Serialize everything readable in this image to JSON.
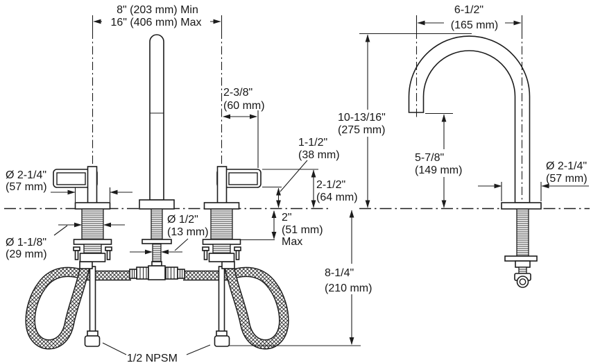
{
  "colors": {
    "line": "#1c1c1c",
    "background": "#ffffff"
  },
  "dims": {
    "spread": {
      "min": "8\" (203 mm) Min",
      "max": "16\" (406 mm) Max"
    },
    "handle_extent": {
      "in": "2-3/8\"",
      "mm": "(60 mm)"
    },
    "handle_clearance": {
      "in": "1-1/2\"",
      "mm": "(38 mm)"
    },
    "handle_height": {
      "in": "2-1/2\"",
      "mm": "(64 mm)"
    },
    "deck_thickness": {
      "in": "2\"",
      "mm": "(51 mm)",
      "note": "Max"
    },
    "handle_base_diameter": {
      "in": "Ø 2-1/4\"",
      "mm": "(57 mm)"
    },
    "valve_shank_diameter": {
      "in": "Ø 1-1/8\"",
      "mm": "(29 mm)"
    },
    "spout_shank_diameter": {
      "in": "Ø 1/2\"",
      "mm": "(13 mm)"
    },
    "supply_length": {
      "in": "8-1/4\"",
      "mm": "(210 mm)"
    },
    "supply_connection": {
      "label": "1/2 NPSM"
    },
    "spout_reach": {
      "in": "6-1/2\"",
      "mm": "(165 mm)"
    },
    "spout_overall_height": {
      "in": "10-13/16\"",
      "mm": "(275 mm)"
    },
    "spout_outlet_height": {
      "in": "5-7/8\"",
      "mm": "(149 mm)"
    },
    "spout_base_diameter": {
      "in": "Ø 2-1/4\"",
      "mm": "(57 mm)"
    }
  }
}
